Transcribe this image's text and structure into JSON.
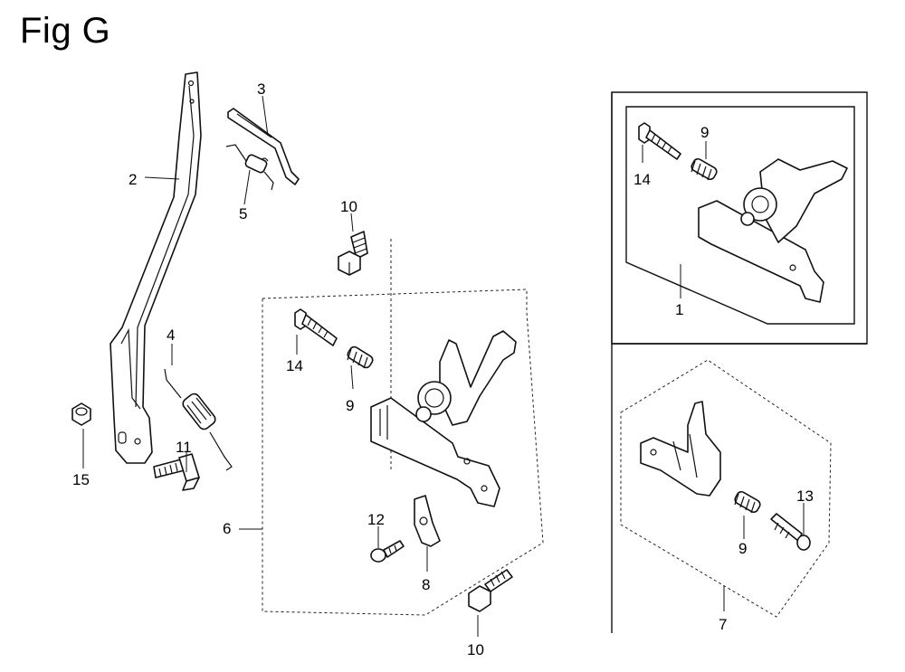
{
  "title": "Fig G",
  "callouts": {
    "c1": "1",
    "c2": "2",
    "c3": "3",
    "c4": "4",
    "c5": "5",
    "c6": "6",
    "c7": "7",
    "c8": "8",
    "c9a": "9",
    "c9b": "9",
    "c9c": "9",
    "c10a": "10",
    "c10b": "10",
    "c11": "11",
    "c12": "12",
    "c13": "13",
    "c14a": "14",
    "c14b": "14",
    "c15": "15"
  }
}
